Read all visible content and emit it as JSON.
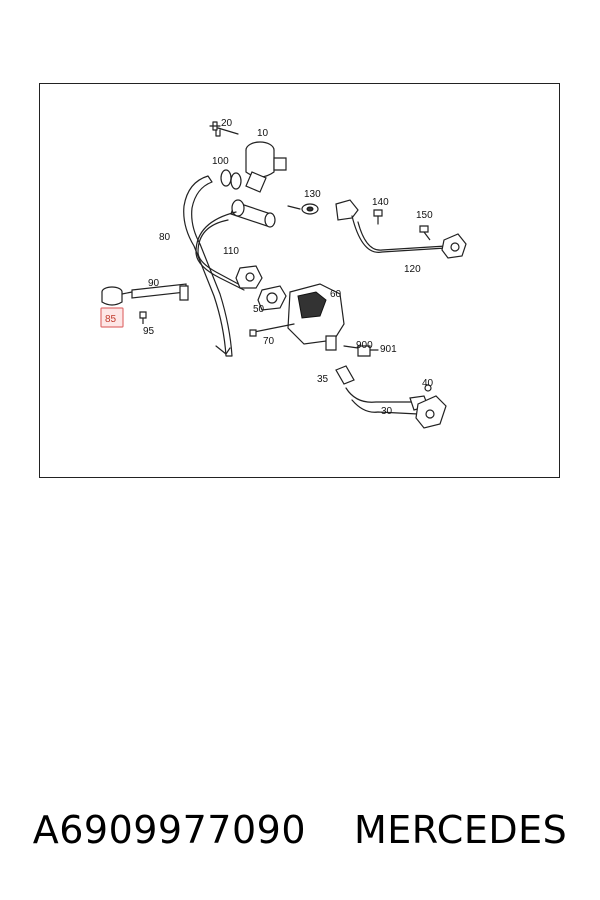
{
  "caption": {
    "part_number": "A6909977090",
    "brand": "MERCEDES"
  },
  "diagram": {
    "highlight_color": "#e07070",
    "highlighted_part": "85",
    "labels": {
      "p10": "10",
      "p20": "20",
      "p100": "100",
      "p130": "130",
      "p140": "140",
      "p150": "150",
      "p120": "120",
      "p80": "80",
      "p110": "110",
      "p90": "90",
      "p85": "85",
      "p95": "95",
      "p50": "50",
      "p60": "60",
      "p70": "70",
      "p900": "900",
      "p901": "901",
      "p35": "35",
      "p40": "40",
      "p30": "30"
    }
  }
}
